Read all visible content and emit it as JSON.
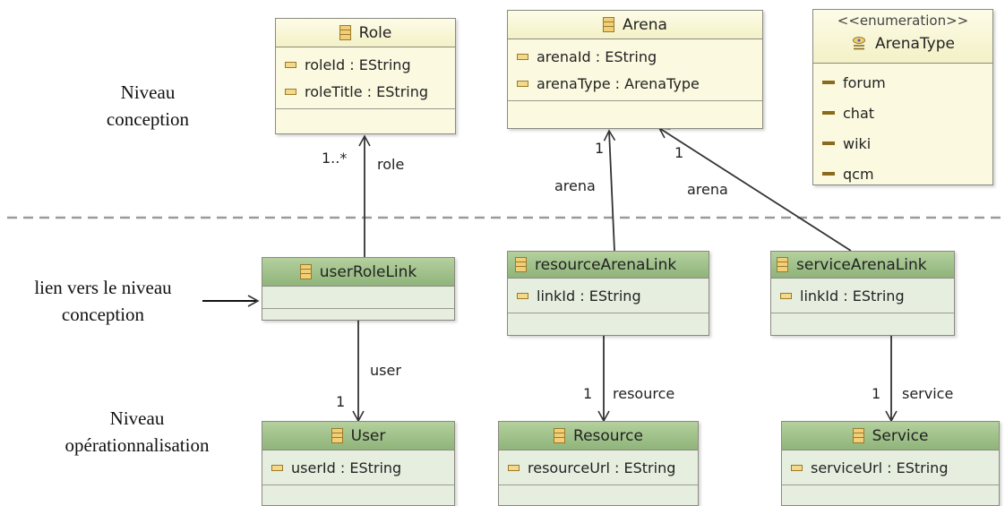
{
  "levels": {
    "conception": "Niveau\nconception",
    "link_note": "lien vers le niveau\nconception",
    "operational": "Niveau\nopérationnalisation"
  },
  "classes": {
    "role": {
      "name": "Role",
      "attrs": [
        "roleId : EString",
        "roleTitle : EString"
      ]
    },
    "arena": {
      "name": "Arena",
      "attrs": [
        "arenaId : EString",
        "arenaType : ArenaType"
      ]
    },
    "arenaType": {
      "stereotype": "<<enumeration>>",
      "name": "ArenaType",
      "literals": [
        "forum",
        "chat",
        "wiki",
        "qcm"
      ]
    },
    "userRoleLink": {
      "name": "userRoleLink"
    },
    "resourceArenaLink": {
      "name": "resourceArenaLink",
      "attrs": [
        "linkId : EString"
      ]
    },
    "serviceArenaLink": {
      "name": "serviceArenaLink",
      "attrs": [
        "linkId : EString"
      ]
    },
    "user": {
      "name": "User",
      "attrs": [
        "userId : EString"
      ]
    },
    "resource": {
      "name": "Resource",
      "attrs": [
        "resourceUrl : EString"
      ]
    },
    "service": {
      "name": "Service",
      "attrs": [
        "serviceUrl : EString"
      ]
    }
  },
  "associations": {
    "role": {
      "mult": "1..*",
      "label": "role"
    },
    "arena1": {
      "mult": "1",
      "label": "arena"
    },
    "arena2": {
      "mult": "1",
      "label": "arena"
    },
    "user": {
      "mult": "1",
      "label": "user"
    },
    "resource": {
      "mult": "1",
      "label": "resource"
    },
    "service": {
      "mult": "1",
      "label": "service"
    }
  }
}
